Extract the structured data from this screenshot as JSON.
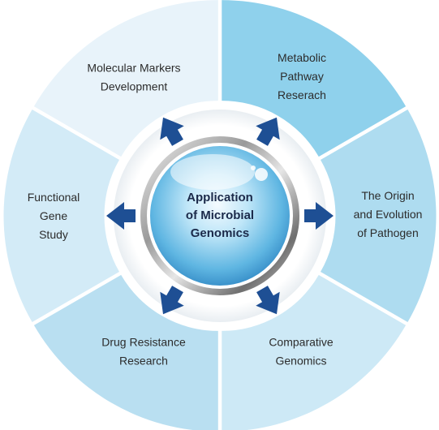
{
  "center": {
    "title_lines": [
      "Application",
      "of Microbial",
      "Genomics"
    ]
  },
  "segments": [
    {
      "lines": [
        "Molecular  Markers",
        "Development"
      ],
      "color": "#e8f3fa"
    },
    {
      "lines": [
        "Metabolic",
        "Pathway",
        "Reserach"
      ],
      "color": "#8fd1ec"
    },
    {
      "lines": [
        "The  Origin",
        "and  Evolution",
        "of  Pathogen"
      ],
      "color": "#aedcf0"
    },
    {
      "lines": [
        "Comparative",
        "Genomics"
      ],
      "color": "#cde9f6"
    },
    {
      "lines": [
        "Drug  Resistance",
        "Research"
      ],
      "color": "#b9dff1"
    },
    {
      "lines": [
        "Functional",
        "Gene",
        "Study"
      ],
      "color": "#d3ebf7"
    }
  ],
  "colors": {
    "arrow": "#1e4f94",
    "ring": "#ffffff",
    "lens": "#5fb6e2"
  }
}
